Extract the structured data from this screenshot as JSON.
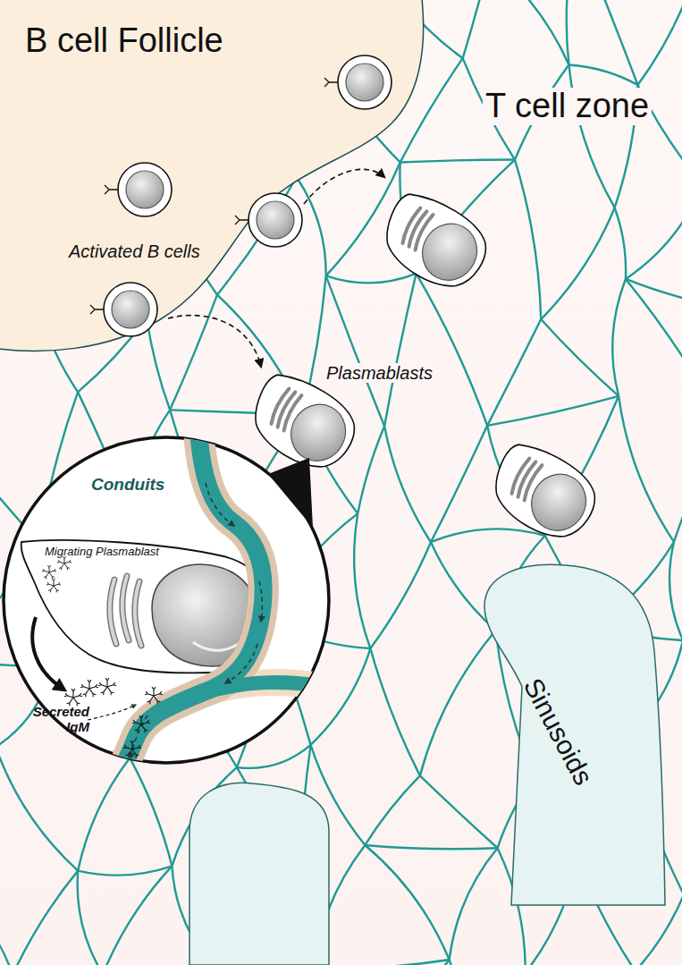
{
  "diagram": {
    "nodes": [
      {
        "text": [
          "B cell Follicle",
          "Activated B cells"
        ]
      },
      {
        "text": [
          "Conduits",
          "Secreted IgM"
        ]
      },
      {
        "text": [
          "Migrating Plasmablast"
        ],
        "in": 1
      },
      {
        "text": [
          "Sinusoids"
        ]
      }
    ],
    "labels": [
      "T cell zone",
      "Plasmablasts"
    ]
  }
}
